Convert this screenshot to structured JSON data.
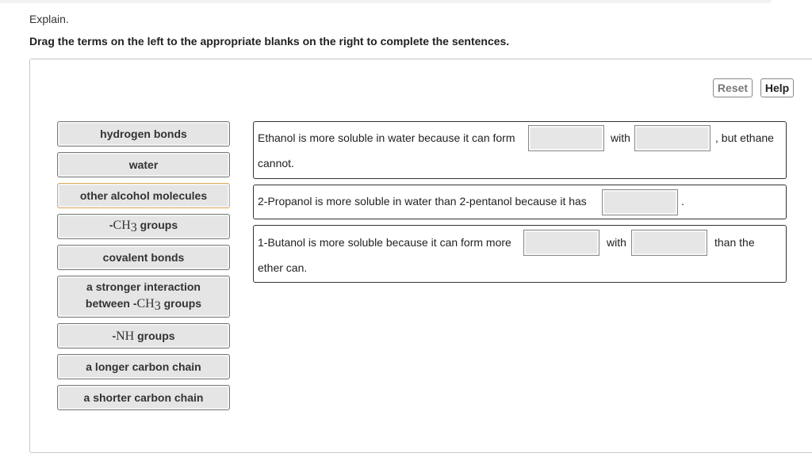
{
  "header": {
    "explain": "Explain.",
    "instruction": "Drag the terms on the left to the appropriate blanks on the right to complete the sentences."
  },
  "toolbar": {
    "reset_label": "Reset",
    "help_label": "Help"
  },
  "terms": [
    {
      "label": "hydrogen bonds"
    },
    {
      "label": "water"
    },
    {
      "label": "other alcohol molecules"
    },
    {
      "prefix": "-",
      "chem": "CH",
      "sub": "3",
      "suffix": " groups"
    },
    {
      "label": "covalent bonds"
    },
    {
      "line1": "a stronger interaction",
      "prefix": "between -",
      "chem": "CH",
      "sub": "3",
      "suffix": " groups"
    },
    {
      "prefix": "-",
      "chem": "NH",
      "suffix": " groups"
    },
    {
      "label": "a longer carbon chain"
    },
    {
      "label": "a shorter carbon chain"
    }
  ],
  "sentences": [
    {
      "part1": "Ethanol is more soluble in water because it can form",
      "part2": "with",
      "part3": ", but ethane",
      "part4": "cannot."
    },
    {
      "part1": "2-Propanol is more soluble in water than 2-pentanol because it has",
      "part2": "."
    },
    {
      "part1": "1-Butanol is more soluble because it can form more",
      "part2": "with",
      "part3": "than the",
      "part4": "ether can."
    }
  ]
}
